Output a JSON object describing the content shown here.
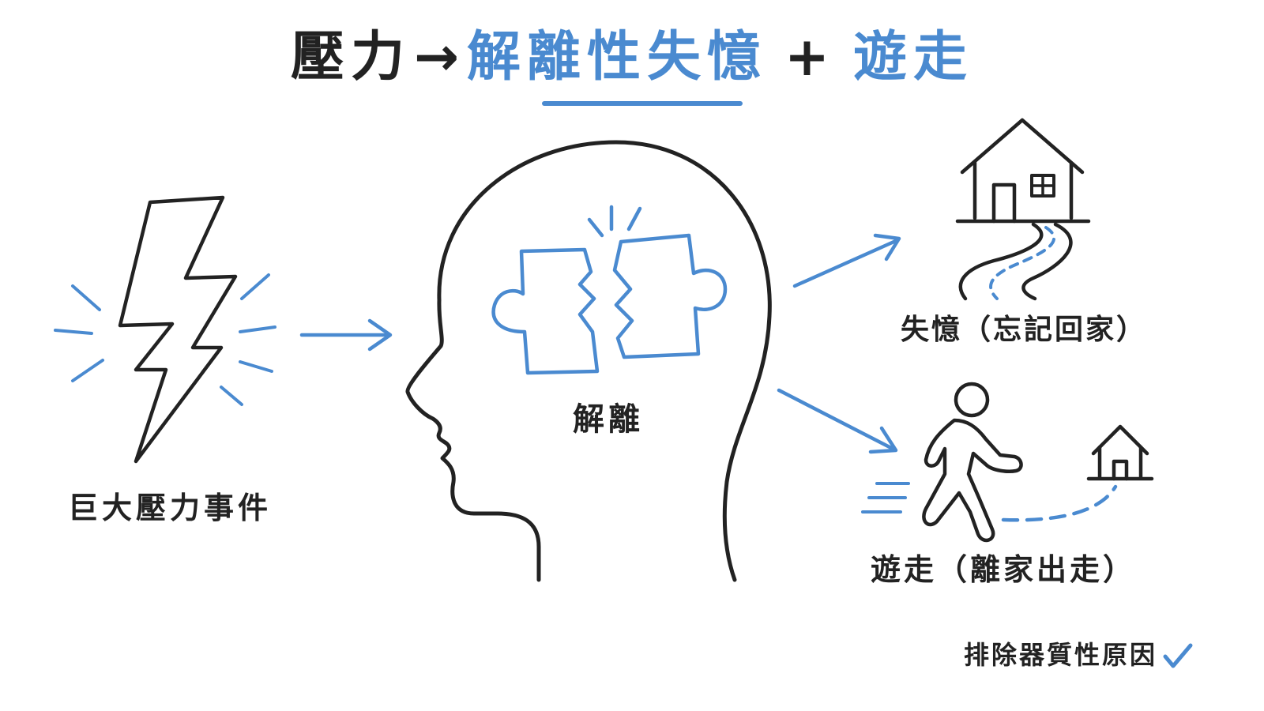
{
  "title": {
    "stress": "壓力",
    "arrow": "→",
    "amnesia": "解離性失憶",
    "plus": "+",
    "fugue": "遊走"
  },
  "labels": {
    "event": "巨大壓力事件",
    "dissociation": "解離",
    "amnesia": "失憶（忘記回家）",
    "fugue": "遊走（離家出走）",
    "exclude": "排除器質性原因"
  },
  "colors": {
    "ink": "#222222",
    "accent": "#4a8ad0",
    "background": "#ffffff"
  },
  "icons": [
    "lightning-bolt-icon",
    "head-profile-icon",
    "puzzle-pieces-icon",
    "house-icon",
    "walking-person-icon",
    "checkmark-icon"
  ]
}
